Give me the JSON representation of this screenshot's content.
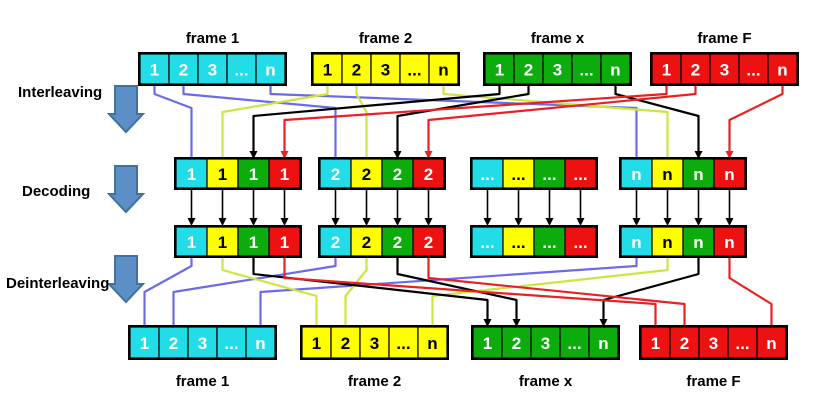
{
  "colors": {
    "cyan": "#22dde8",
    "yellow": "#ffff00",
    "green": "#0cac0c",
    "red": "#ee1111",
    "arrow_fill": "#5b8fc6",
    "arrow_stroke": "#41719c",
    "line_cyan": "#6b6bea",
    "line_yellow": "#cce63c",
    "line_green": "#000000",
    "line_red": "#e62222"
  },
  "stages": {
    "interleaving": "Interleaving",
    "decoding": "Decoding",
    "deinterleaving": "Deinterleaving"
  },
  "top_frames": [
    {
      "label": "frame 1",
      "color": "cyan",
      "cells": [
        "1",
        "2",
        "3",
        "...",
        "n"
      ]
    },
    {
      "label": "frame 2",
      "color": "yellow",
      "cells": [
        "1",
        "2",
        "3",
        "...",
        "n"
      ]
    },
    {
      "label": "frame x",
      "color": "green",
      "cells": [
        "1",
        "2",
        "3",
        "...",
        "n"
      ]
    },
    {
      "label": "frame F",
      "color": "red",
      "cells": [
        "1",
        "2",
        "3",
        "...",
        "n"
      ]
    }
  ],
  "middle_groups": [
    {
      "cells": [
        "1",
        "1",
        "1",
        "1"
      ]
    },
    {
      "cells": [
        "2",
        "2",
        "2",
        "2"
      ]
    },
    {
      "cells": [
        "...",
        "...",
        "...",
        "..."
      ]
    },
    {
      "cells": [
        "n",
        "n",
        "n",
        "n"
      ]
    }
  ],
  "bottom_frames": [
    {
      "label": "frame 1",
      "color": "cyan",
      "cells": [
        "1",
        "2",
        "3",
        "...",
        "n"
      ]
    },
    {
      "label": "frame 2",
      "color": "yellow",
      "cells": [
        "1",
        "2",
        "3",
        "...",
        "n"
      ]
    },
    {
      "label": "frame x",
      "color": "green",
      "cells": [
        "1",
        "2",
        "3",
        "...",
        "n"
      ]
    },
    {
      "label": "frame F",
      "color": "red",
      "cells": [
        "1",
        "2",
        "3",
        "...",
        "n"
      ]
    }
  ]
}
